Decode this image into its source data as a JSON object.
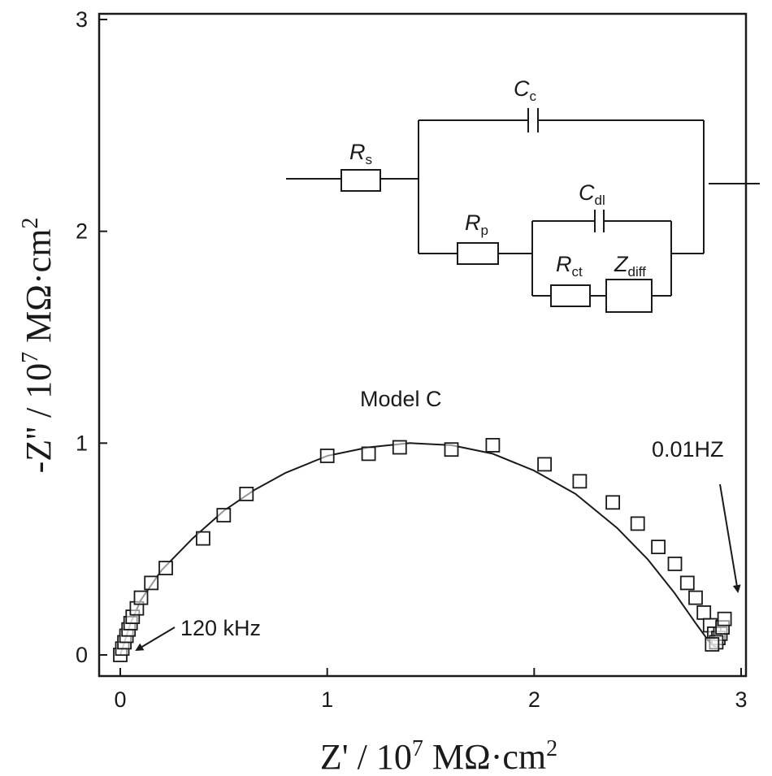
{
  "chart_data": {
    "type": "scatter",
    "title": "",
    "xlabel": "Z' / 10^7 MΩ·cm^2",
    "ylabel": "-Z'' / 10^7 MΩ·cm^2",
    "xlim": [
      0,
      3
    ],
    "ylim": [
      0,
      3
    ],
    "xticks": [
      "0",
      "1",
      "2",
      "3"
    ],
    "yticks": [
      "0",
      "1",
      "2",
      "3"
    ],
    "grid": false,
    "series": [
      {
        "marker": "square",
        "x": [
          0.0,
          0.01,
          0.02,
          0.03,
          0.04,
          0.05,
          0.06,
          0.08,
          0.1,
          0.15,
          0.22,
          0.4,
          0.5,
          0.61,
          1.0,
          1.2,
          1.35,
          1.6,
          1.8,
          2.05,
          2.22,
          2.38,
          2.5,
          2.6,
          2.68,
          2.74,
          2.78,
          2.82,
          2.85,
          2.87,
          2.89,
          2.9,
          2.91,
          2.92,
          2.88,
          2.86
        ],
        "y": [
          0.0,
          0.03,
          0.06,
          0.09,
          0.12,
          0.15,
          0.18,
          0.22,
          0.27,
          0.34,
          0.41,
          0.55,
          0.66,
          0.76,
          0.94,
          0.95,
          0.98,
          0.97,
          0.99,
          0.9,
          0.82,
          0.72,
          0.62,
          0.51,
          0.43,
          0.34,
          0.27,
          0.2,
          0.14,
          0.1,
          0.08,
          0.1,
          0.13,
          0.17,
          0.06,
          0.05
        ]
      },
      {
        "style": "line",
        "x": [
          0.0,
          0.05,
          0.1,
          0.2,
          0.35,
          0.5,
          0.65,
          0.8,
          1.0,
          1.2,
          1.4,
          1.6,
          1.8,
          2.0,
          2.2,
          2.4,
          2.55,
          2.68,
          2.78,
          2.84,
          2.87,
          2.89
        ],
        "y": [
          0.0,
          0.15,
          0.26,
          0.4,
          0.55,
          0.68,
          0.78,
          0.86,
          0.94,
          0.98,
          1.0,
          0.99,
          0.95,
          0.87,
          0.76,
          0.6,
          0.45,
          0.29,
          0.15,
          0.07,
          0.04,
          0.04
        ]
      }
    ],
    "annotations": [
      {
        "text": "Model C"
      },
      {
        "text": "0.01HZ",
        "points_to_x": 2.89,
        "points_to_y": 0.1
      },
      {
        "text": "120 kHz",
        "points_to_x": 0.02,
        "points_to_y": 0.0
      }
    ],
    "inset": {
      "type": "equivalent-circuit",
      "elements": [
        {
          "symbol": "R",
          "subscript": "s",
          "kind": "resistor"
        },
        {
          "symbol": "C",
          "subscript": "c",
          "kind": "capacitor"
        },
        {
          "symbol": "R",
          "subscript": "p",
          "kind": "resistor"
        },
        {
          "symbol": "C",
          "subscript": "dl",
          "kind": "capacitor"
        },
        {
          "symbol": "R",
          "subscript": "ct",
          "kind": "resistor"
        },
        {
          "symbol": "Z",
          "subscript": "diff",
          "kind": "impedance"
        }
      ]
    }
  }
}
